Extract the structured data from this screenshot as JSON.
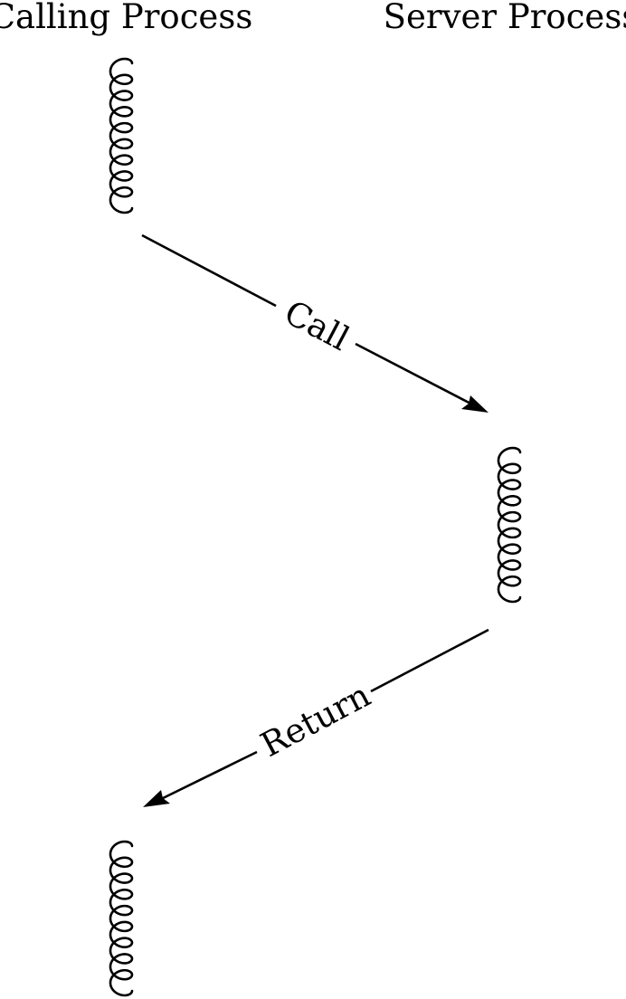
{
  "diagram": {
    "calling_label": "Calling Process",
    "server_label": "Server Process",
    "call_label": "Call",
    "return_label": "Return"
  },
  "colors": {
    "ink": "#000000",
    "background": "#ffffff"
  }
}
